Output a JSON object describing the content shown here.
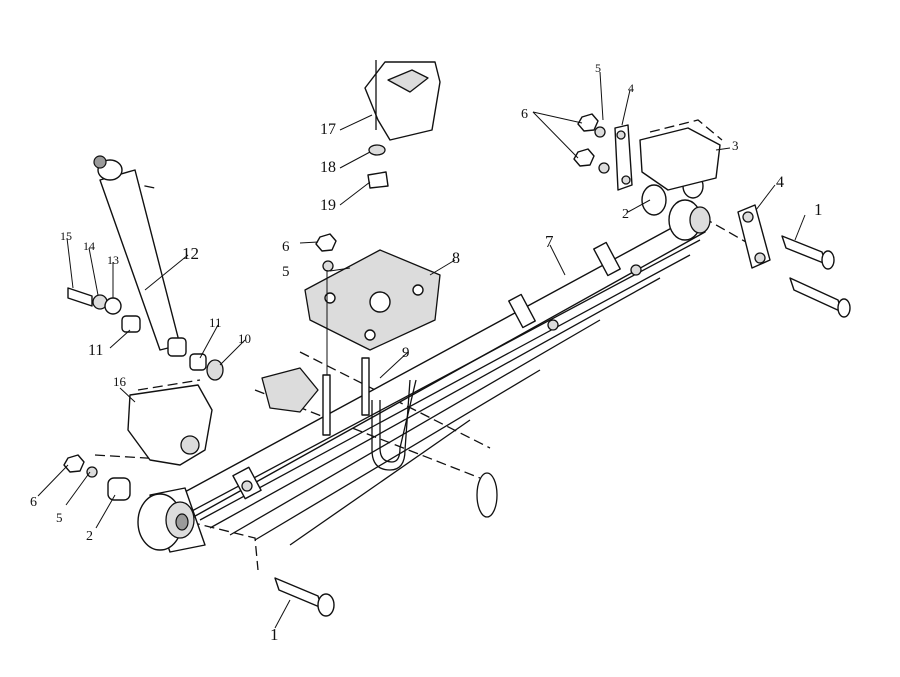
{
  "callouts": {
    "c1_left": "1",
    "c1_right": "1",
    "c2_left": "2",
    "c2_right": "2",
    "c3": "3",
    "c4_top": "4",
    "c4_right": "4",
    "c5_top": "5",
    "c5_mid": "5",
    "c5_left": "5",
    "c6_top": "6",
    "c6_mid": "6",
    "c6_left": "6",
    "c7": "7",
    "c8": "8",
    "c9": "9",
    "c10": "10",
    "c11_a": "11",
    "c11_b": "11",
    "c12": "12",
    "c13": "13",
    "c14": "14",
    "c15": "15",
    "c16": "16",
    "c17": "17",
    "c18": "18",
    "c19": "19"
  }
}
